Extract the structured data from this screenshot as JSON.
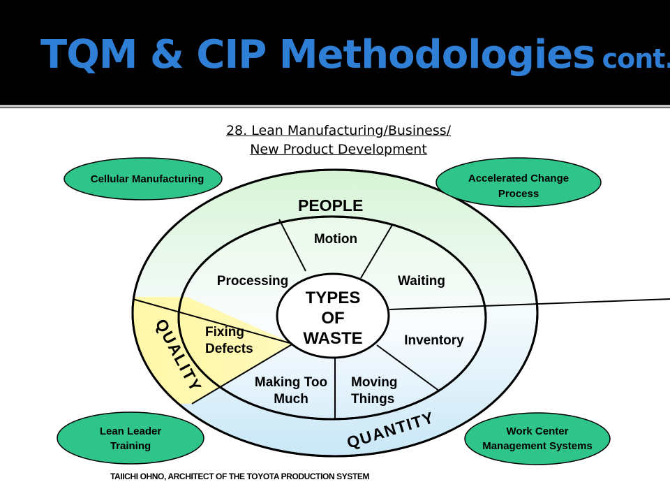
{
  "title": {
    "main": "TQM & CIP Methodologies",
    "suffix": "cont."
  },
  "subtitle": {
    "line1": "28. Lean Manufacturing/Business/",
    "line2": "New Product Development"
  },
  "outer_ring": {
    "people": "PEOPLE",
    "quality": "QUALITY",
    "quantity": "QUANTITY"
  },
  "wastes": {
    "motion": "Motion",
    "processing": "Processing",
    "waiting": "Waiting",
    "fixing_defects": [
      "Fixing",
      "Defects"
    ],
    "inventory": "Inventory",
    "making_too_much": [
      "Making Too",
      "Much"
    ],
    "moving_things": [
      "Moving",
      "Things"
    ]
  },
  "center": [
    "TYPES",
    "OF",
    "WASTE"
  ],
  "pills": {
    "cellular_manufacturing": [
      "Cellular Manufacturing"
    ],
    "accelerated_change": [
      "Accelerated Change",
      "Process"
    ],
    "lean_leader": [
      "Lean Leader",
      "Training"
    ],
    "work_center": [
      "Work Center",
      "Management Systems"
    ]
  },
  "credit": "TAIICHI OHNO, ARCHITECT OF THE TOYOTA PRODUCTION SYSTEM",
  "colors": {
    "title_blue": "#2f7fd6",
    "pill_green": "#2fc48a",
    "ring_green": "#d8f5d6",
    "ring_blue": "#cde9f8",
    "quality_yellow": "#fff9b5"
  }
}
